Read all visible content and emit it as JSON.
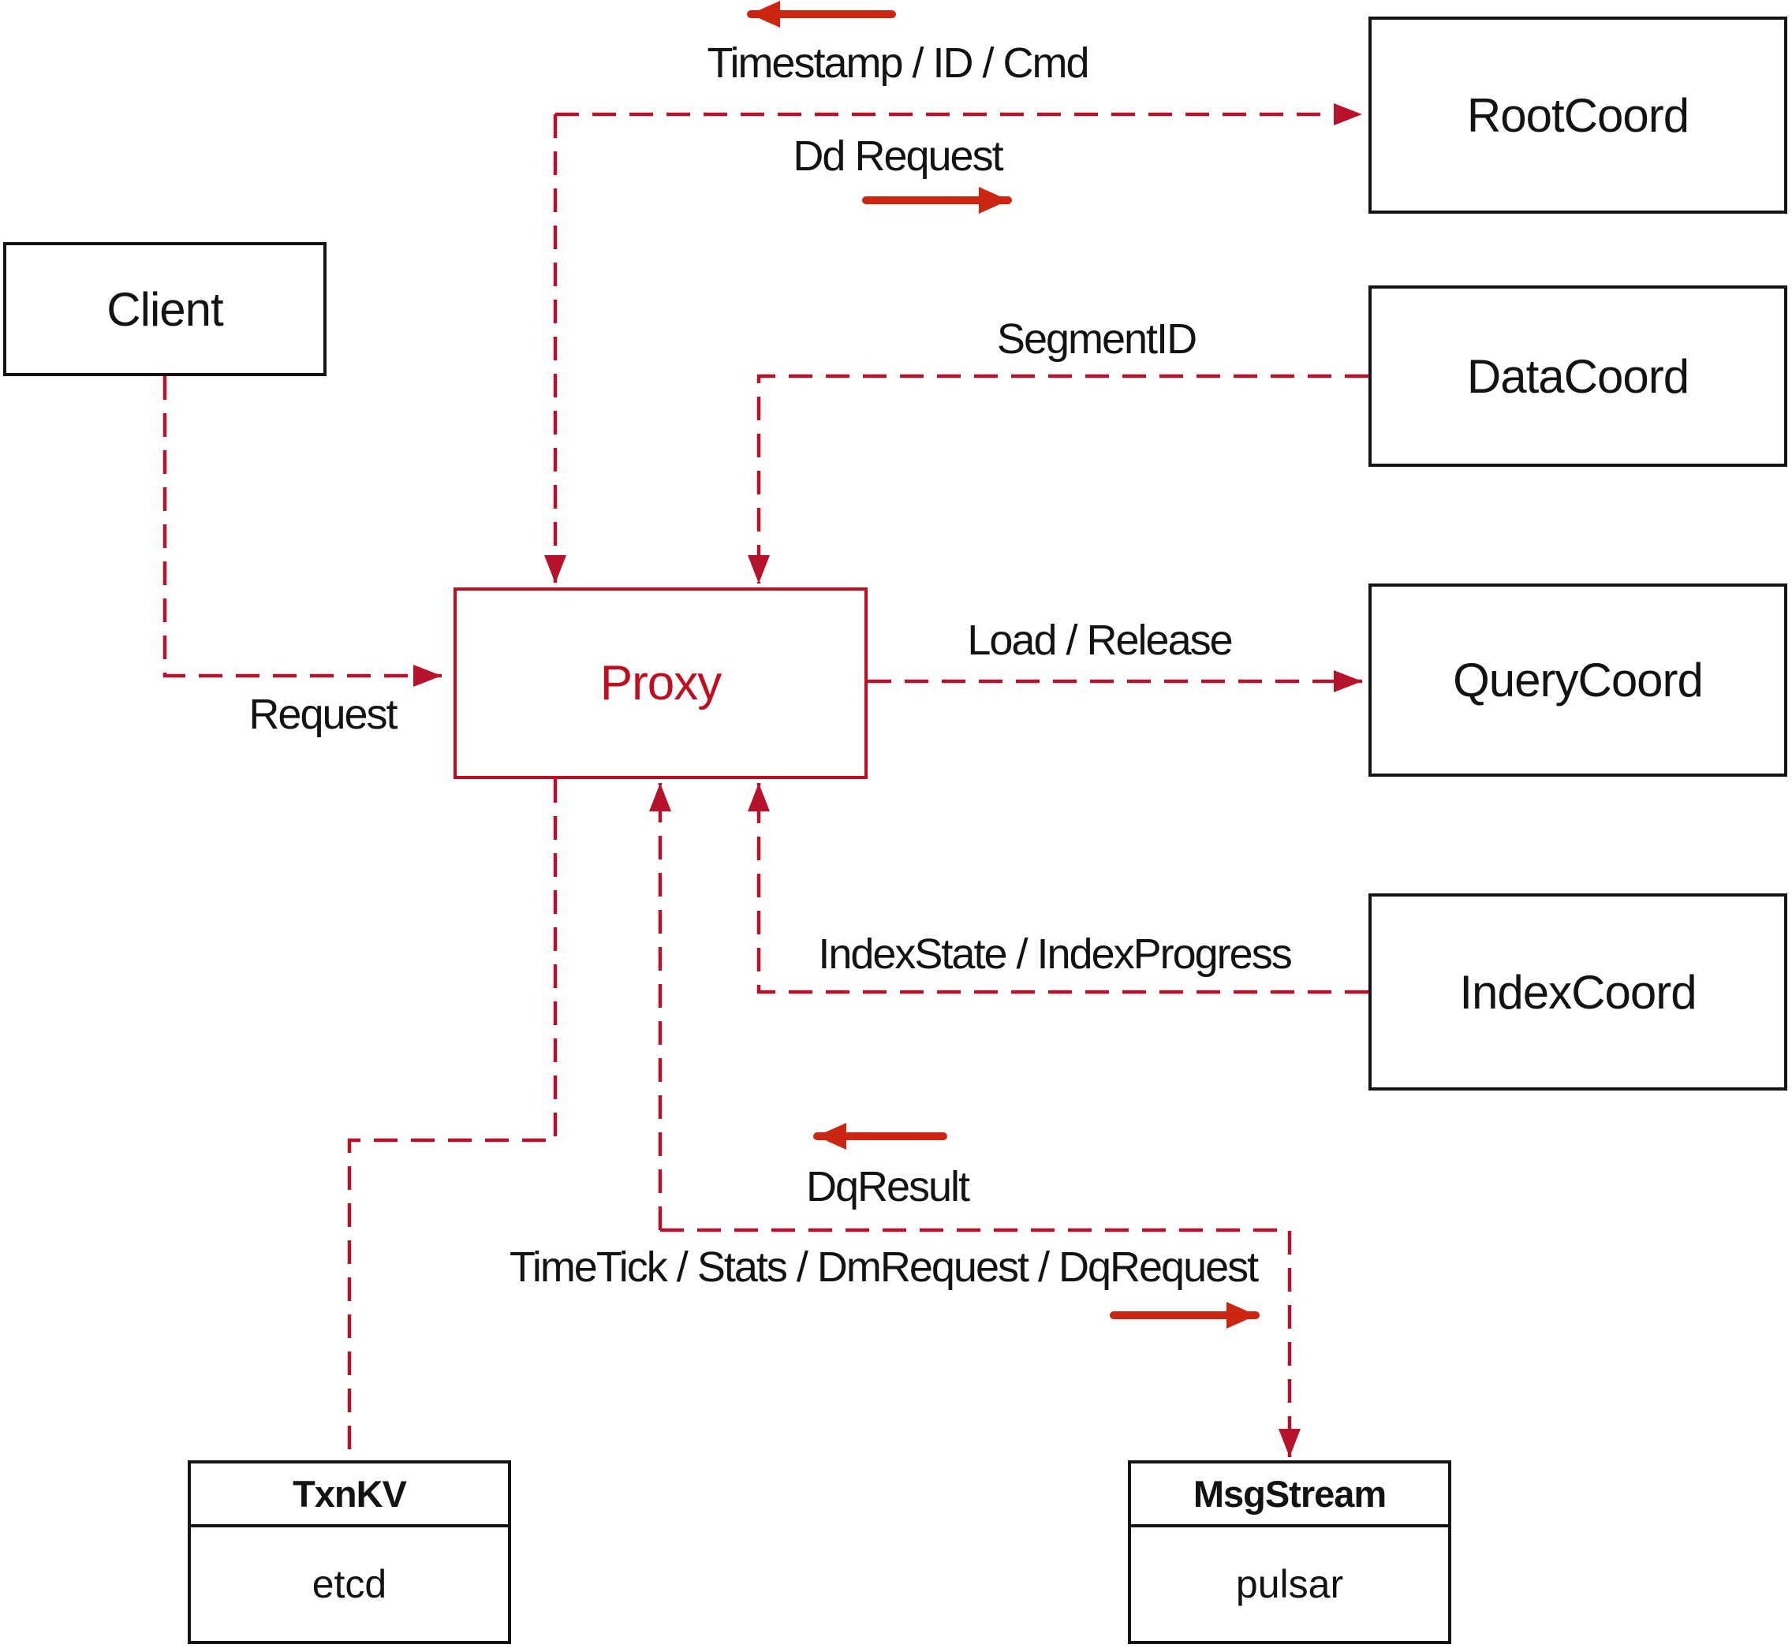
{
  "diagram": {
    "nodes": {
      "client": {
        "label": "Client"
      },
      "proxy": {
        "label": "Proxy"
      },
      "root_coord": {
        "label": "RootCoord"
      },
      "data_coord": {
        "label": "DataCoord"
      },
      "query_coord": {
        "label": "QueryCoord"
      },
      "index_coord": {
        "label": "IndexCoord"
      },
      "txn_kv": {
        "label": "TxnKV",
        "impl": "etcd"
      },
      "msg_stream": {
        "label": "MsgStream",
        "impl": "pulsar"
      }
    },
    "edge_labels": {
      "timestamp_id_cmd": "Timestamp / ID / Cmd",
      "dd_request": "Dd Request",
      "segment_id": "SegmentID",
      "load_release": "Load / Release",
      "request": "Request",
      "index_state_progress": "IndexState / IndexProgress",
      "dq_result": "DqResult",
      "time_tick_stats": "TimeTick / Stats / DmRequest / DqRequest"
    },
    "edges": [
      {
        "from": "client",
        "to": "proxy",
        "label": "Request",
        "direction": "client -> proxy"
      },
      {
        "from": "proxy",
        "to": "root_coord",
        "label": "Dd Request / Timestamp / ID / Cmd",
        "direction": "bidirectional"
      },
      {
        "from": "data_coord",
        "to": "proxy",
        "label": "SegmentID",
        "direction": "data_coord -> proxy"
      },
      {
        "from": "proxy",
        "to": "query_coord",
        "label": "Load / Release",
        "direction": "proxy -> query_coord"
      },
      {
        "from": "index_coord",
        "to": "proxy",
        "label": "IndexState / IndexProgress",
        "direction": "index_coord -> proxy"
      },
      {
        "from": "proxy",
        "to": "txn_kv",
        "label": "",
        "direction": "undirected"
      },
      {
        "from": "proxy",
        "to": "msg_stream",
        "label": "TimeTick / Stats / DmRequest / DqRequest / DqResult",
        "direction": "bidirectional"
      }
    ],
    "colors": {
      "dashed_line": "#b5122b",
      "solid_arrow": "#cc2512",
      "proxy_accent": "#bf0e20",
      "box_border": "#141414",
      "label_text": "#131313",
      "background": "#ffffff"
    }
  }
}
